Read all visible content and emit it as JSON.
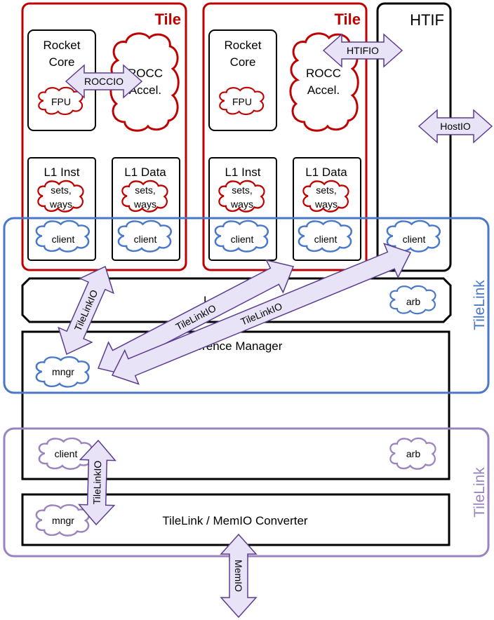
{
  "tiles": [
    {
      "title": "Tile",
      "core": [
        "Rocket",
        "Core"
      ],
      "fpu": "FPU",
      "rocc": [
        "ROCC",
        "Accel."
      ],
      "l1_inst": {
        "label": "L1 Inst",
        "cache": [
          "sets,",
          "ways"
        ],
        "client": "client"
      },
      "l1_data": {
        "label": "L1 Data",
        "cache": [
          "sets,",
          "ways"
        ],
        "client": "client"
      }
    },
    {
      "title": "Tile",
      "core": [
        "Rocket",
        "Core"
      ],
      "fpu": "FPU",
      "rocc": [
        "ROCC",
        "Accel."
      ],
      "l1_inst": {
        "label": "L1 Inst",
        "cache": [
          "sets,",
          "ways"
        ],
        "client": "client"
      },
      "l1_data": {
        "label": "L1 Data",
        "cache": [
          "sets,",
          "ways"
        ],
        "client": "client"
      }
    }
  ],
  "htif": {
    "title": "HTIF",
    "client": "client"
  },
  "arrows": {
    "roccio": "ROCCIO",
    "htifio": "HTIFIO",
    "hostio": "HostIO",
    "tilelinkio": "TileLinkIO",
    "memio": "MemIO"
  },
  "network": {
    "label": "L...",
    "arb": "arb"
  },
  "coherence": {
    "title": "...herence Manager",
    "mngr": "mngr",
    "client": "client",
    "arb": "arb"
  },
  "converter": {
    "title": "TileLink / MemIO Converter",
    "mngr": "mngr"
  },
  "tilelink_labels": [
    "TileLink",
    "TileLink"
  ],
  "colors": {
    "tile_red": "#c00000",
    "tilelink_blue": "#4a78c9",
    "tilelink_purple": "#9b83c0",
    "arrow_fill": "#e9e3f7",
    "arrow_stroke": "#5b3d8f"
  }
}
